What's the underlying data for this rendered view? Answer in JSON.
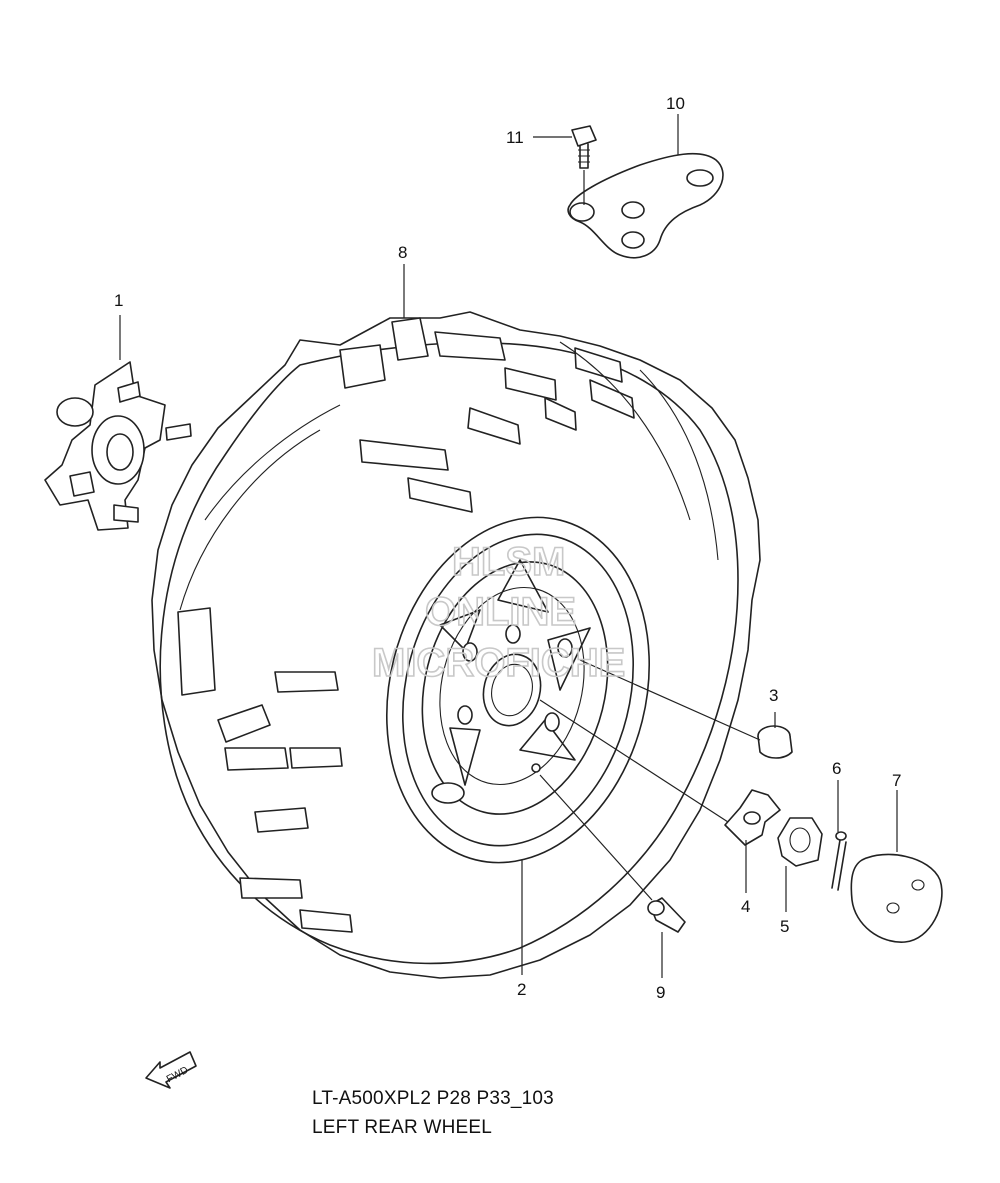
{
  "watermark": {
    "line1": "HLSM",
    "line2": "ONLINE",
    "line3": "MICROFICHE"
  },
  "callouts": {
    "p1": "1",
    "p2": "2",
    "p3": "3",
    "p4": "4",
    "p5": "5",
    "p6": "6",
    "p7": "7",
    "p8": "8",
    "p9": "9",
    "p10": "10",
    "p11": "11"
  },
  "direction_badge": "FWD",
  "caption": {
    "code": "LT-A500XPL2 P28 P33_103",
    "title": "LEFT REAR WHEEL"
  }
}
